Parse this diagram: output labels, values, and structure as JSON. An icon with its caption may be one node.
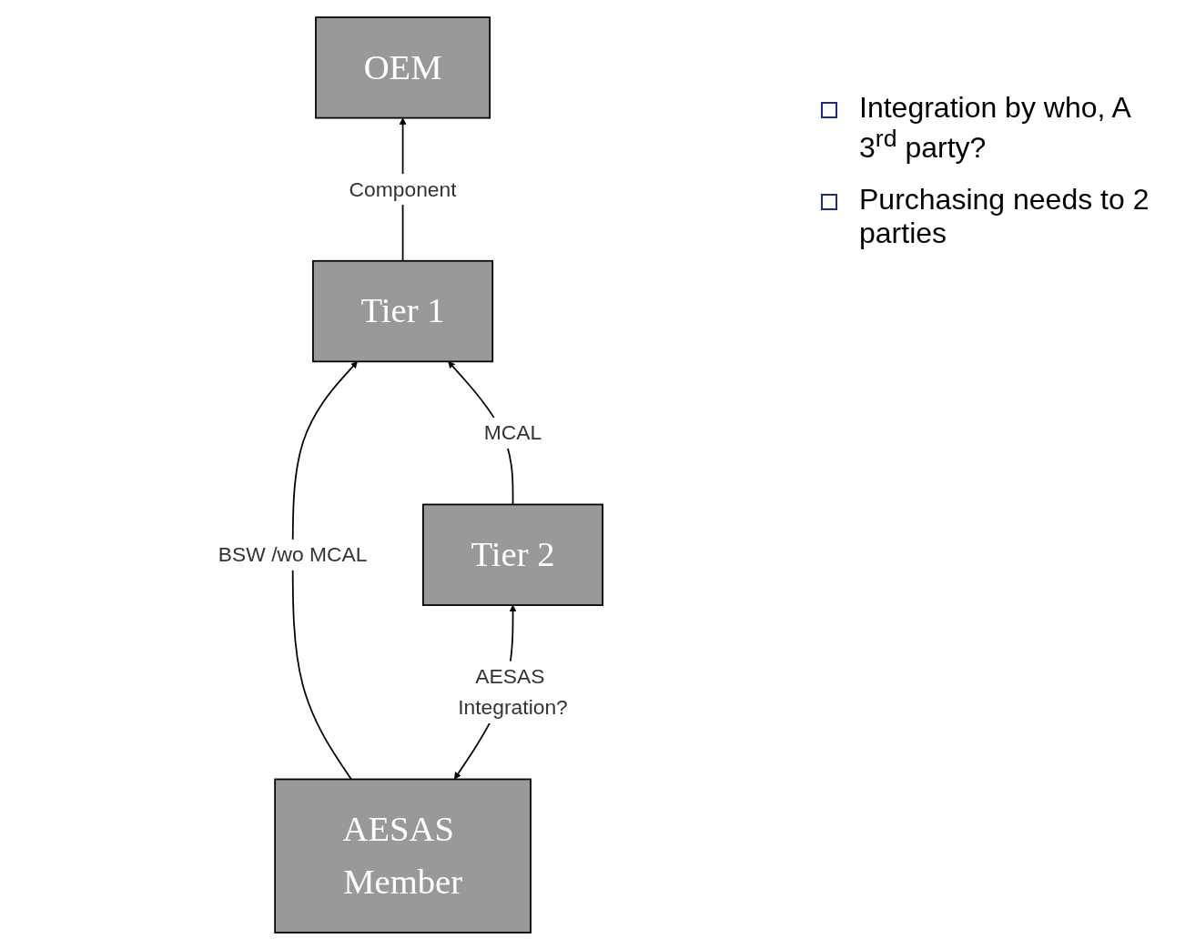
{
  "diagram": {
    "nodes": [
      {
        "text": [
          "OEM"
        ]
      },
      {
        "text": [
          "Tier 1"
        ]
      },
      {
        "text": [
          "AESAS Member"
        ]
      },
      {
        "text": [
          "Tier 2"
        ]
      }
    ],
    "edges": [
      {
        "from": 1,
        "to": 0,
        "arrow": "to",
        "label": "Component"
      },
      {
        "from": 2,
        "to": 1,
        "arrow": "to",
        "label": "BSW /wo MCAL"
      },
      {
        "from": 3,
        "to": 1,
        "arrow": "to",
        "label": "MCAL"
      },
      {
        "from": 2,
        "to": 3,
        "arrow": "both",
        "label": "AESAS Integration?"
      }
    ],
    "labels": [
      "Integration by who, A 3$^{rd}$ party?",
      "Purchasing needs to 2 parties"
    ]
  }
}
